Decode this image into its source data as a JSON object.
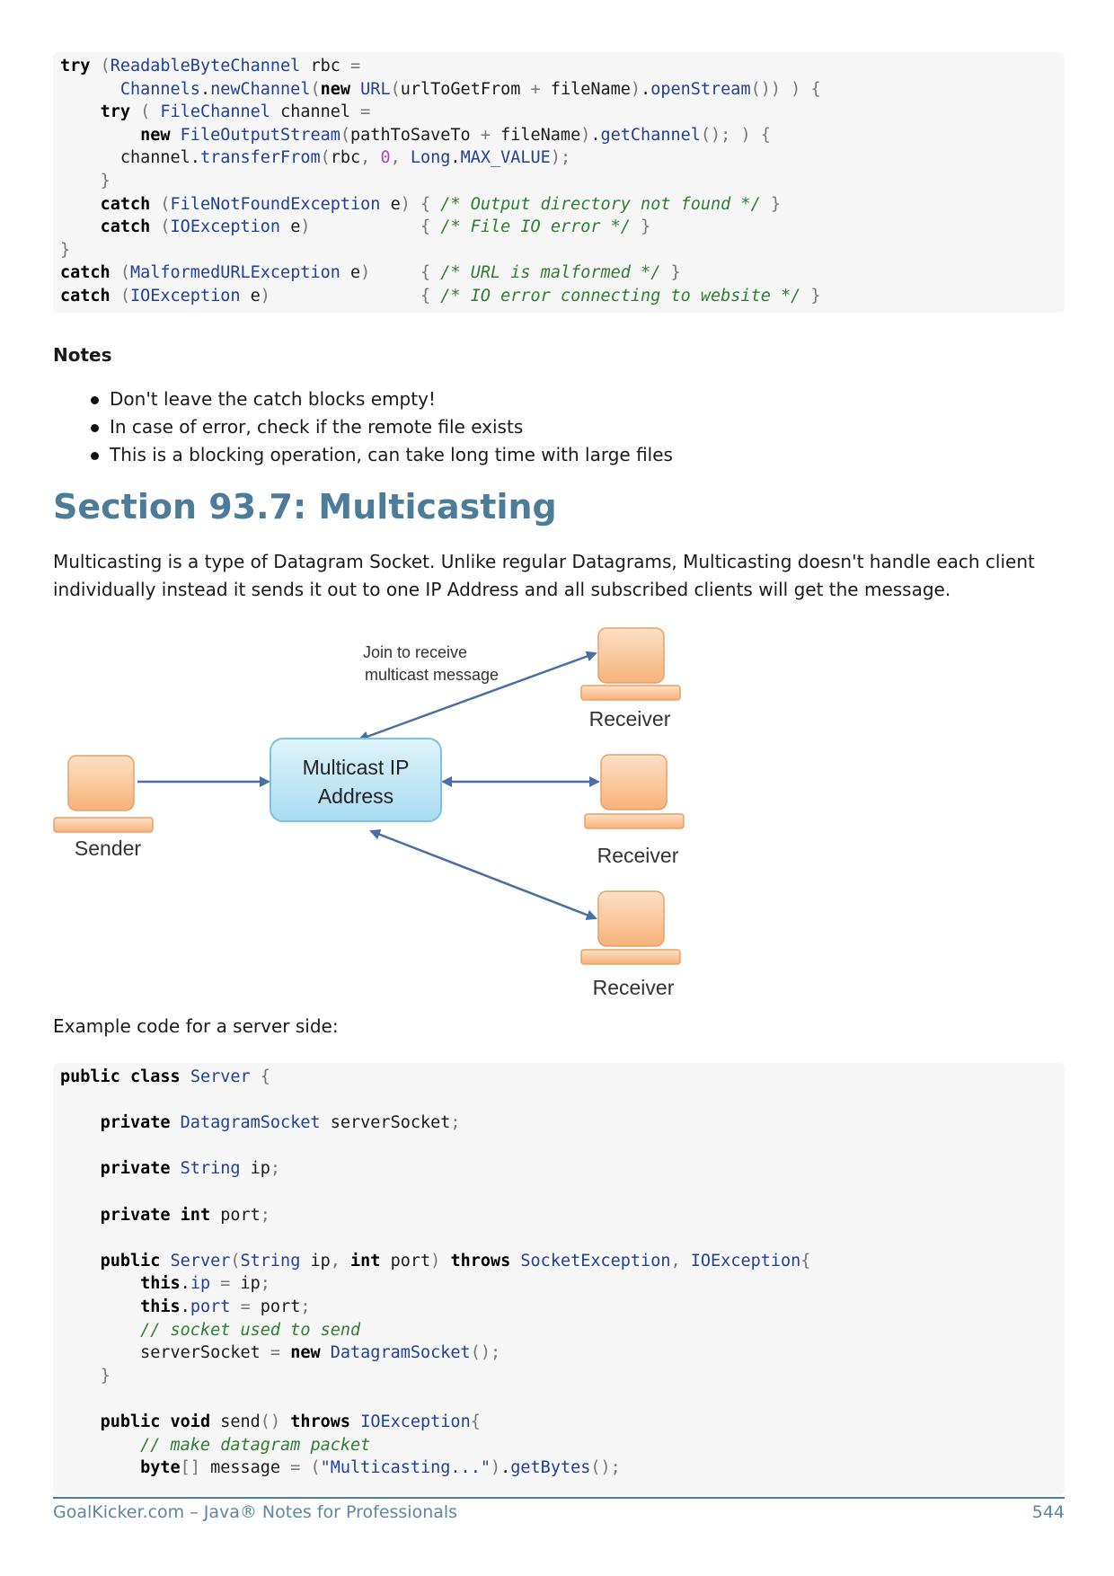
{
  "code_top": {
    "lines": [
      "try (ReadableByteChannel rbc =",
      "      Channels.newChannel(new URL(urlToGetFrom + fileName).openStream()) ) {",
      "    try ( FileChannel channel =",
      "        new FileOutputStream(pathToSaveTo + fileName).getChannel(); ) {",
      "      channel.transferFrom(rbc, 0, Long.MAX_VALUE);",
      "    }",
      "    catch (FileNotFoundException e) { /* Output directory not found */ }",
      "    catch (IOException e)           { /* File IO error */ }",
      "}",
      "catch (MalformedURLException e)     { /* URL is malformed */ }",
      "catch (IOException e)               { /* IO error connecting to website */ }"
    ]
  },
  "notes": {
    "title": "Notes",
    "items": [
      "Don't leave the catch blocks empty!",
      "In case of error, check if the remote file exists",
      "This is a blocking operation, can take long time with large files"
    ]
  },
  "section": {
    "title": "Section 93.7: Multicasting",
    "paragraph": "Multicasting is a type of Datagram Socket. Unlike regular Datagrams, Multicasting doesn't handle each client individually instead it sends it out to one IP Address and all subscribed clients will get the message."
  },
  "diagram": {
    "center_line1": "Multicast IP",
    "center_line2": "Address",
    "join_line1": "Join to receive",
    "join_line2": "multicast message",
    "sender": "Sender",
    "receiver1": "Receiver",
    "receiver2": "Receiver",
    "receiver3": "Receiver",
    "colors": {
      "computer": "#f9c08f",
      "box": "#bfe6f5",
      "arrow": "#4a6fa5"
    }
  },
  "example_intro": "Example code for a server side:",
  "code_bottom": {
    "lines": [
      "public class Server {",
      "",
      "    private DatagramSocket serverSocket;",
      "",
      "    private String ip;",
      "",
      "    private int port;",
      "",
      "    public Server(String ip, int port) throws SocketException, IOException{",
      "        this.ip = ip;",
      "        this.port = port;",
      "        // socket used to send",
      "        serverSocket = new DatagramSocket();",
      "    }",
      "",
      "    public void send() throws IOException{",
      "        // make datagram packet",
      "        byte[] message = (\"Multicasting...\").getBytes();"
    ]
  },
  "footer": {
    "left": "GoalKicker.com – Java® Notes for Professionals",
    "page": "544"
  }
}
